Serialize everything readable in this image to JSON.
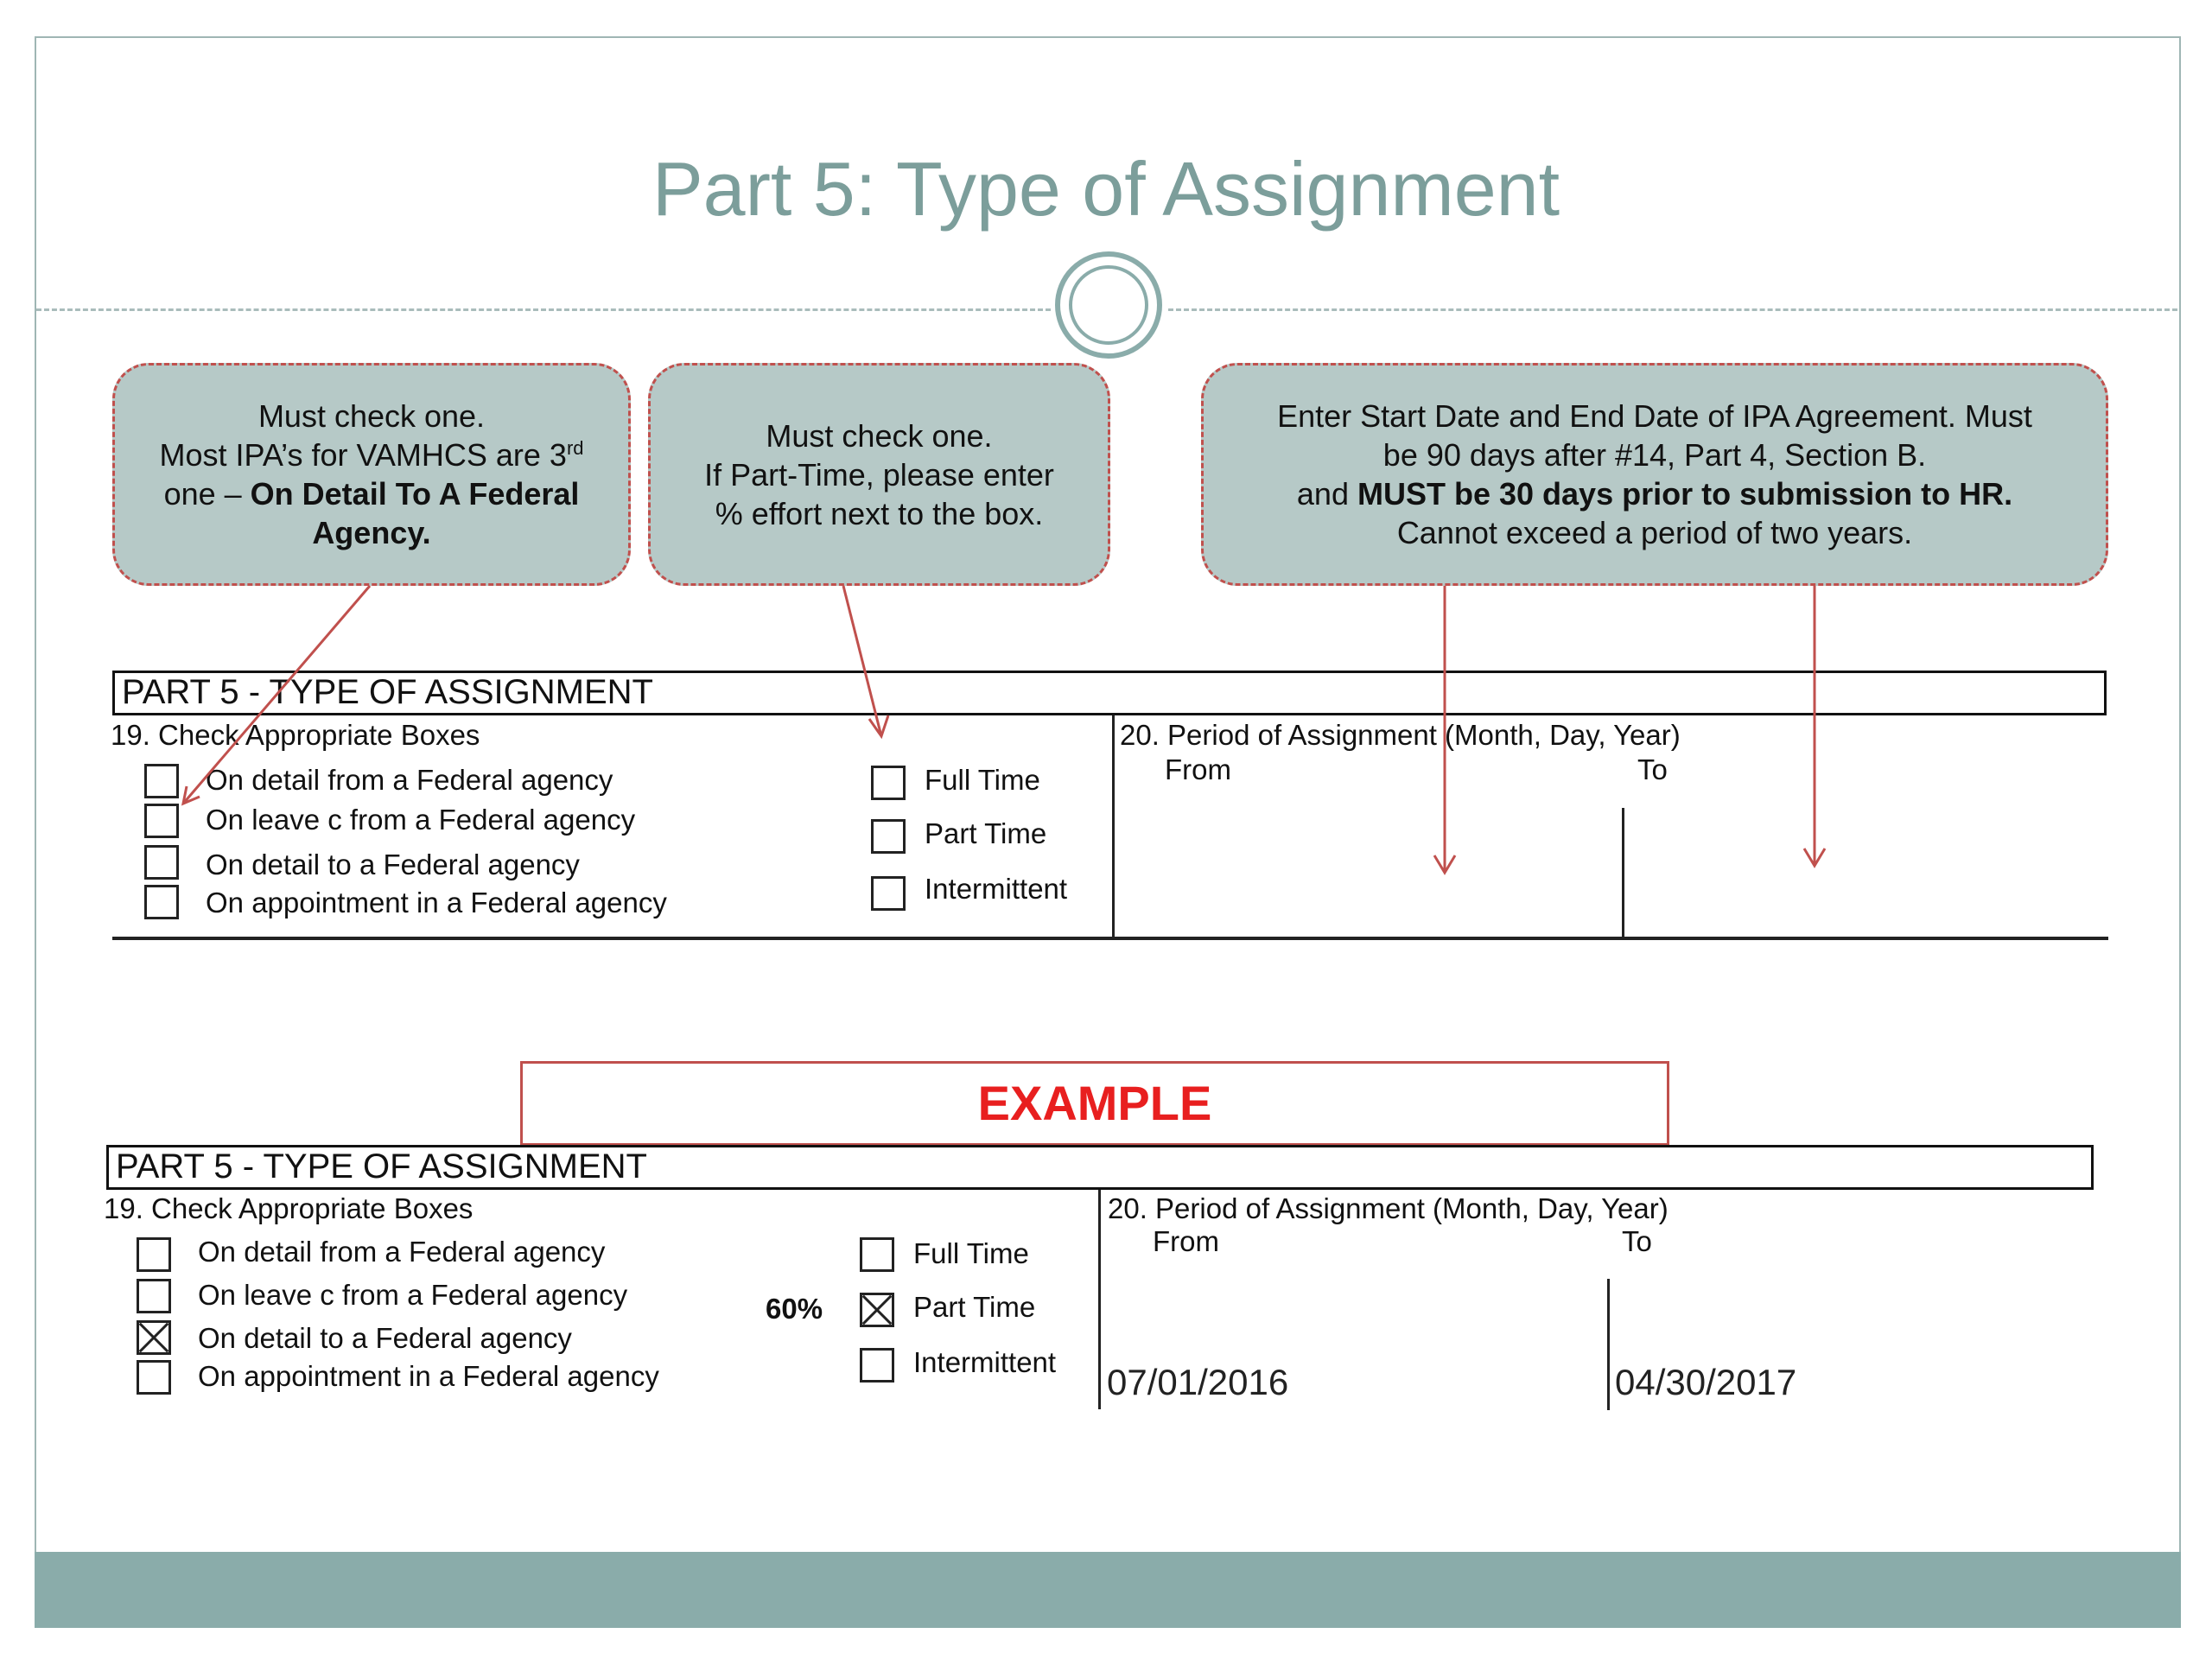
{
  "title": "Part 5:  Type of Assignment",
  "callouts": {
    "left": {
      "line1": "Must check  one.",
      "line2_pre": "Most IPA’s for VAMHCS are 3",
      "line2_sup": "rd",
      "line3_pre": "one – ",
      "line3_bold": "On Detail To A Federal",
      "line4_bold": "Agency."
    },
    "middle": {
      "line1": "Must check one.",
      "line2": "If Part-Time, please enter",
      "line3": "% effort next to the box."
    },
    "right": {
      "line1": "Enter Start Date and End Date of IPA Agreement. Must",
      "line2": "be 90 days after #14, Part 4, Section B.",
      "line3_pre": "and ",
      "line3_bold": "MUST be 30 days prior to submission to HR.",
      "line4": "Cannot exceed a period of two years."
    }
  },
  "form_blank": {
    "header": "PART 5 - TYPE OF ASSIGNMENT",
    "section19_label": "19.  Check Appropriate Boxes",
    "options": [
      {
        "label": "On detail from a Federal agency",
        "checked": false
      },
      {
        "label": "On leave c from a Federal agency",
        "checked": false
      },
      {
        "label": "On detail to a Federal agency",
        "checked": false
      },
      {
        "label": "On appointment in a Federal agency",
        "checked": false
      }
    ],
    "time_options": [
      {
        "label": "Full Time",
        "checked": false
      },
      {
        "label": "Part Time",
        "checked": false
      },
      {
        "label": "Intermittent",
        "checked": false
      }
    ],
    "section20_label": "20.  Period of Assignment (Month, Day, Year)",
    "from_label": "From",
    "to_label": "To"
  },
  "example_label": "EXAMPLE",
  "form_example": {
    "header": "PART 5 - TYPE OF ASSIGNMENT",
    "section19_label": "19.  Check Appropriate Boxes",
    "options": [
      {
        "label": "On detail from a Federal agency",
        "checked": false
      },
      {
        "label": "On leave c from a Federal agency",
        "checked": false
      },
      {
        "label": "On detail to a Federal agency",
        "checked": true
      },
      {
        "label": "On appointment in a Federal agency",
        "checked": false
      }
    ],
    "percent_effort": "60%",
    "time_options": [
      {
        "label": "Full Time",
        "checked": false
      },
      {
        "label": "Part Time",
        "checked": true
      },
      {
        "label": "Intermittent",
        "checked": false
      }
    ],
    "section20_label": "20.  Period of Assignment (Month, Day, Year)",
    "from_label": "From",
    "to_label": "To",
    "from_date": "07/01/2016",
    "to_date": "04/30/2017"
  },
  "colors": {
    "accent": "#8aacaa",
    "callout_fill": "#b6c9c7",
    "arrow": "#c0504d",
    "example_red": "#e81f1f"
  }
}
